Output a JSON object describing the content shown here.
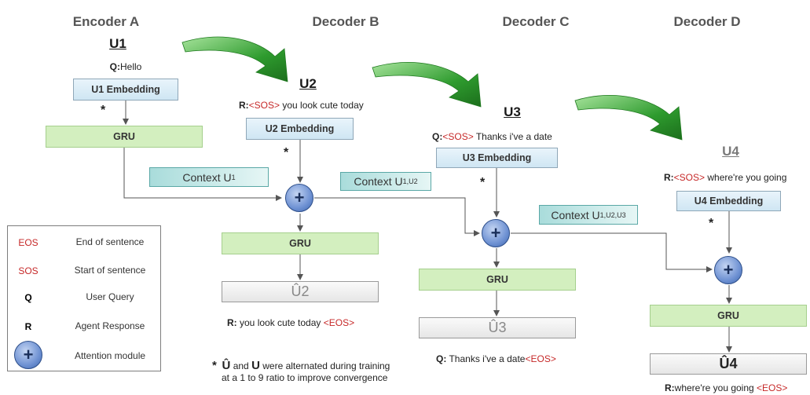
{
  "columns": [
    {
      "key": "a",
      "header": "Encoder A",
      "u_label": "U1",
      "utterance": {
        "prefix": "Q:",
        "sos": "",
        "text": "Hello"
      },
      "embedding": "U1 Embedding",
      "star": "*",
      "gru": "GRU"
    },
    {
      "key": "b",
      "header": "Decoder B",
      "u_label": "U2",
      "utterance": {
        "prefix": "R:",
        "sos": "<SOS>",
        "text": " you look cute today"
      },
      "embedding": "U2 Embedding",
      "star": "*",
      "context": {
        "text": "Context U",
        "subs": "1"
      },
      "gru": "GRU",
      "output": "Û2",
      "result": {
        "prefix": "R:",
        "text": " you look cute today ",
        "eos": "<EOS>"
      }
    },
    {
      "key": "c",
      "header": "Decoder C",
      "u_label": "U3",
      "utterance": {
        "prefix": "Q:",
        "sos": "<SOS>",
        "text": " Thanks i've a date"
      },
      "embedding": "U3 Embedding",
      "star": "*",
      "context": {
        "text": "Context U",
        "subs": "1,U2"
      },
      "gru": "GRU",
      "output": "Û3",
      "result": {
        "prefix": "Q:",
        "text": " Thanks i've a date",
        "eos": "<EOS>"
      }
    },
    {
      "key": "d",
      "header": "Decoder D",
      "u_label": "U4",
      "utterance": {
        "prefix": "R:",
        "sos": "<SOS>",
        "text": " where're you going"
      },
      "embedding": "U4 Embedding",
      "star": "*",
      "context": {
        "text": "Context U",
        "subs": "1,U2,U3"
      },
      "gru": "GRU",
      "output": "Û4",
      "result": {
        "prefix": "R:",
        "text": "where're you going ",
        "eos": "<EOS>"
      }
    }
  ],
  "attention_symbol": "+",
  "legend": [
    {
      "key": "EOS",
      "key_color": "#c62828",
      "value": "End of sentence"
    },
    {
      "key": "SOS",
      "key_color": "#c62828",
      "value": "Start of sentence"
    },
    {
      "key": "Q",
      "key_color": "#222222",
      "value": "User Query"
    },
    {
      "key": "R",
      "key_color": "#222222",
      "value": "Agent Response"
    },
    {
      "key": "+",
      "key_color": "#1a2f5a",
      "value": "Attention module",
      "icon": "attention-module-icon"
    }
  ],
  "footnote": {
    "star": "*",
    "u_hat": "Û",
    "and": " and ",
    "u": "U",
    "line1_rest": " were alternated during training",
    "line2": "at a 1 to 9 ratio to improve convergence"
  },
  "colors": {
    "arrow_green": "#2e9b2e",
    "eos_red": "#c62828",
    "attention_blue": "#6f92d3"
  }
}
